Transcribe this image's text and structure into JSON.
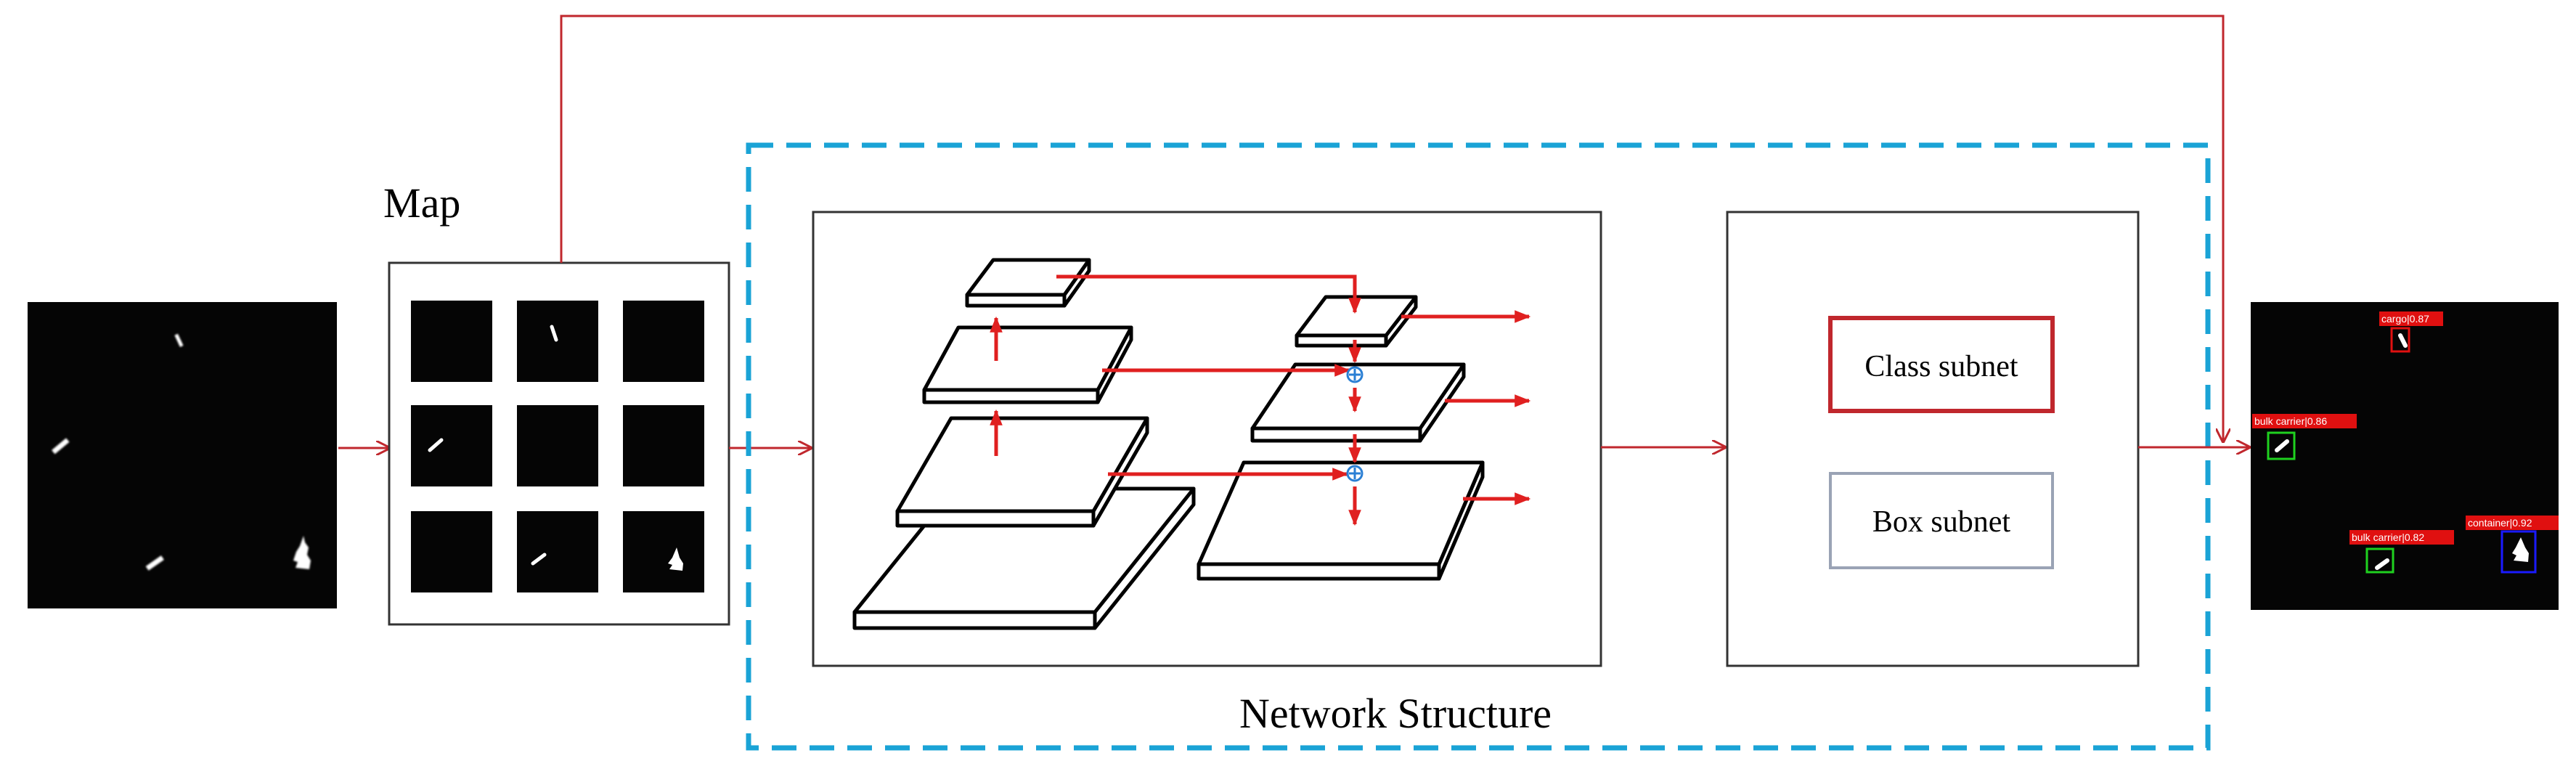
{
  "labels": {
    "map": "Map",
    "network_structure": "Network  Structure",
    "class_subnet": "Class subnet",
    "box_subnet": "Box subnet"
  },
  "detections": [
    {
      "label": "cargo|0.87",
      "color": "#e01010"
    },
    {
      "label": "bulk carrier|0.86",
      "color": "#1fd11f"
    },
    {
      "label": "bulk carrier|0.82",
      "color": "#1fd11f"
    },
    {
      "label": "container|0.92",
      "color": "#1a1aff"
    }
  ],
  "colors": {
    "arrow": "#c0272d",
    "dashed_border": "#1aa3d6",
    "class_box": "#c0272d",
    "box_subnet_border": "#9aa3b5",
    "fpn_plus": "#2a7fd4",
    "sar_background": "#050505",
    "detection_label_bg": "#e01010"
  }
}
